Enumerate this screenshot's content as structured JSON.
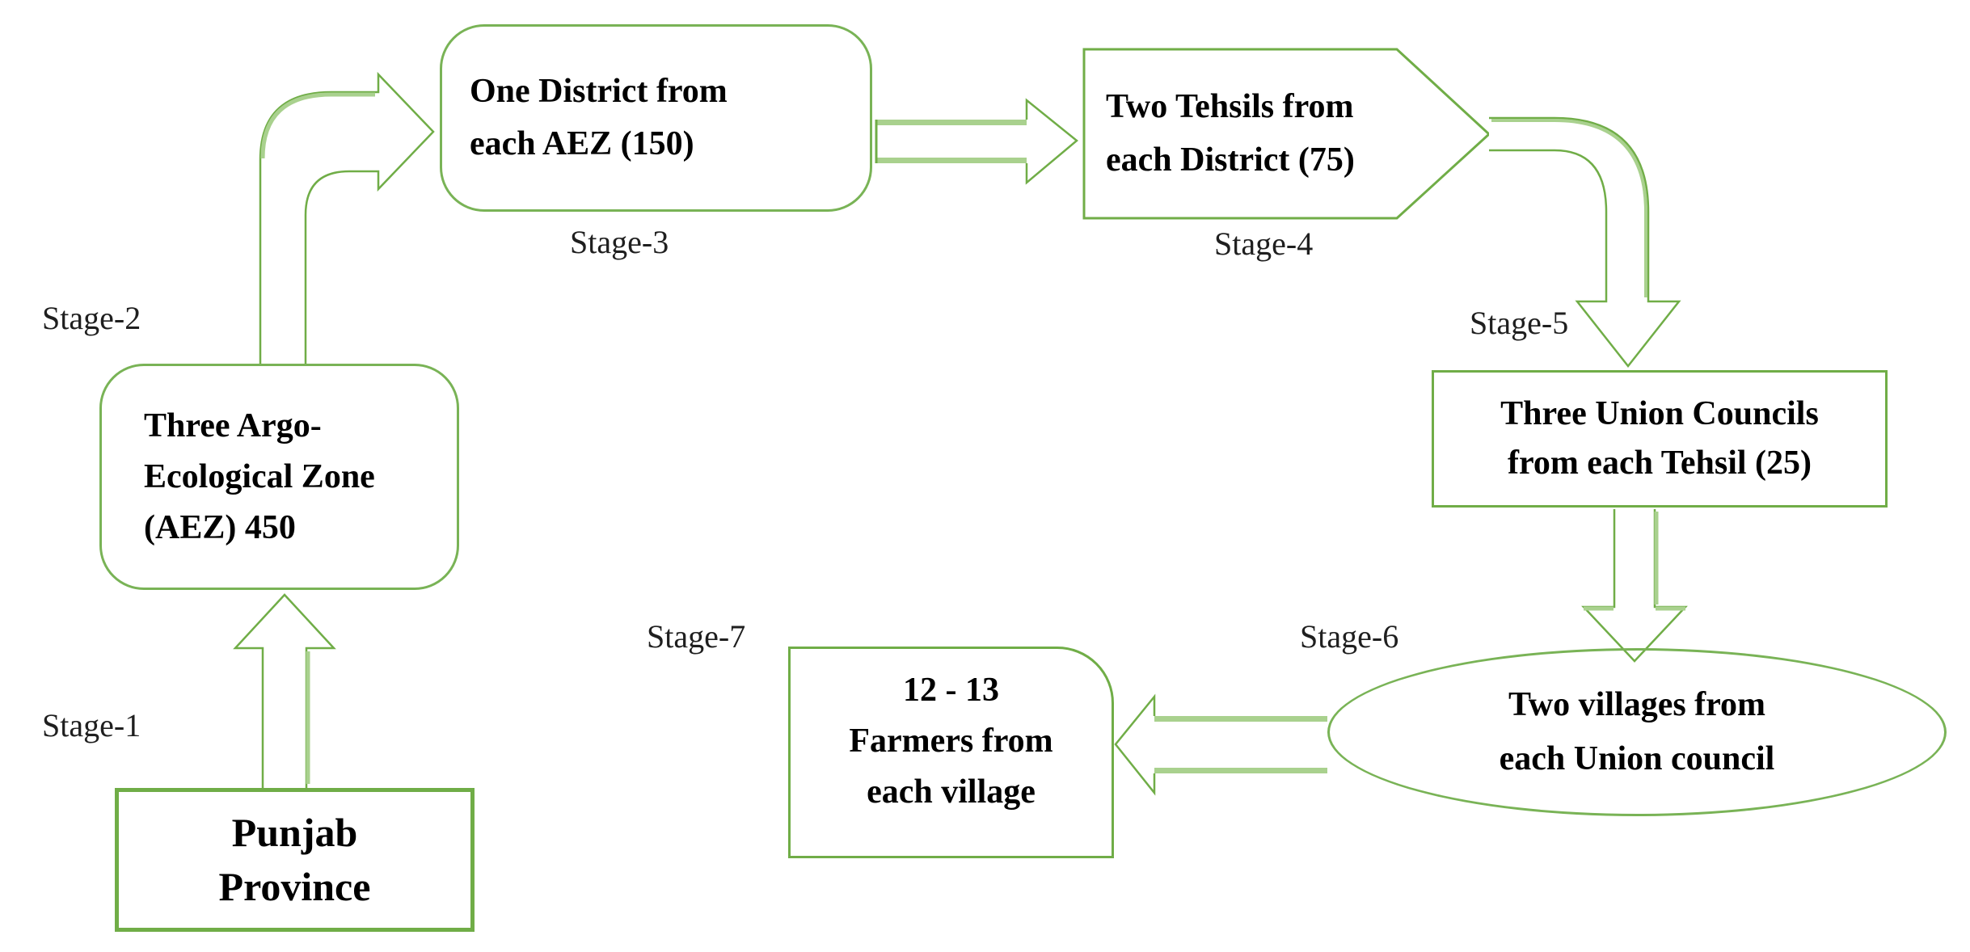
{
  "diagram": {
    "type": "multistage-sampling-flowchart",
    "colors": {
      "outline_green": "#70ad47",
      "light_green": "#a9d18e",
      "node_text": "#000000",
      "label_text": "#1f1f1f",
      "background": "#ffffff"
    },
    "nodes": {
      "punjab": {
        "stage": "Stage-1",
        "shape": "rectangle",
        "text": "Punjab\nProvince"
      },
      "aez": {
        "stage": "Stage-2",
        "shape": "rounded-rectangle",
        "text": "Three Argo-\nEcological Zone\n(AEZ) 450"
      },
      "district": {
        "stage": "Stage-3",
        "shape": "rounded-rectangle",
        "text": "One District from\neach AEZ (150)"
      },
      "tehsil": {
        "stage": "Stage-4",
        "shape": "pentagon",
        "text": "Two Tehsils from\neach District (75)"
      },
      "union": {
        "stage": "Stage-5",
        "shape": "rectangle",
        "text": "Three Union Councils\nfrom each Tehsil (25)"
      },
      "village": {
        "stage": "Stage-6",
        "shape": "ellipse",
        "text": "Two villages from\neach Union council"
      },
      "farmer": {
        "stage": "Stage-7",
        "shape": "rounded-corner-rectangle",
        "text": "12 - 13\nFarmers from\neach village"
      }
    },
    "flow": [
      "Punjab Province -> Three Argo-Ecological Zone (AEZ) 450",
      "Three Argo-Ecological Zone (AEZ) 450 -> One District from each AEZ (150)",
      "One District from each AEZ (150) -> Two Tehsils from each District (75)",
      "Two Tehsils from each District (75) -> Three Union Councils from each Tehsil (25)",
      "Three Union Councils from each Tehsil (25) -> Two villages from each Union council",
      "Two villages from each Union council -> 12 - 13 Farmers from each village"
    ]
  }
}
